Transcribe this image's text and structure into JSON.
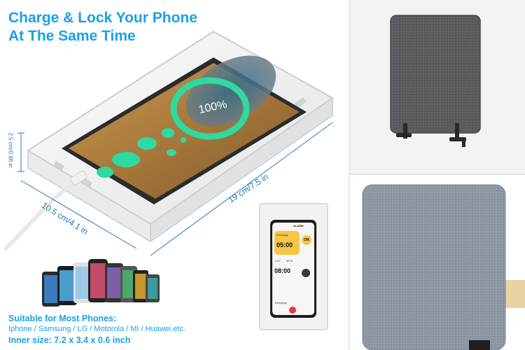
{
  "headline": {
    "line1": "Charge & Lock Your Phone",
    "line2": "At The Same Time"
  },
  "product_screen": {
    "battery_text": "100%"
  },
  "dimensions": {
    "height": "2.5 cm/0.98 in",
    "width": "10.5 cm/4.1 in",
    "length": "19 cm/7.5 in"
  },
  "timer_app": {
    "status": "ALARM",
    "header_label": "Everyday",
    "header_toggle": "ON",
    "time_main": "05:00",
    "day_label_1": "DAY",
    "day_label_2": "MON",
    "time_secondary": "08:00",
    "footer_label": "Everyday"
  },
  "compatibility": {
    "title": "Suitable for Most Phones:",
    "brands": "Iphone / Samsung / LG / Motorola / MI / Huawei etc.",
    "inner_size": "Inner size: 7.2 x 3.4 x 0.6 inch"
  },
  "colors": {
    "brand_blue": "#1aa0e8",
    "dimension_blue": "#1f78b4",
    "felt_dark": "#5a5b5e",
    "felt_light": "#8c97a3",
    "charge_green": "#2fd9a0",
    "screen_gold": "#b98a45",
    "timer_yellow": "#f6c644"
  }
}
